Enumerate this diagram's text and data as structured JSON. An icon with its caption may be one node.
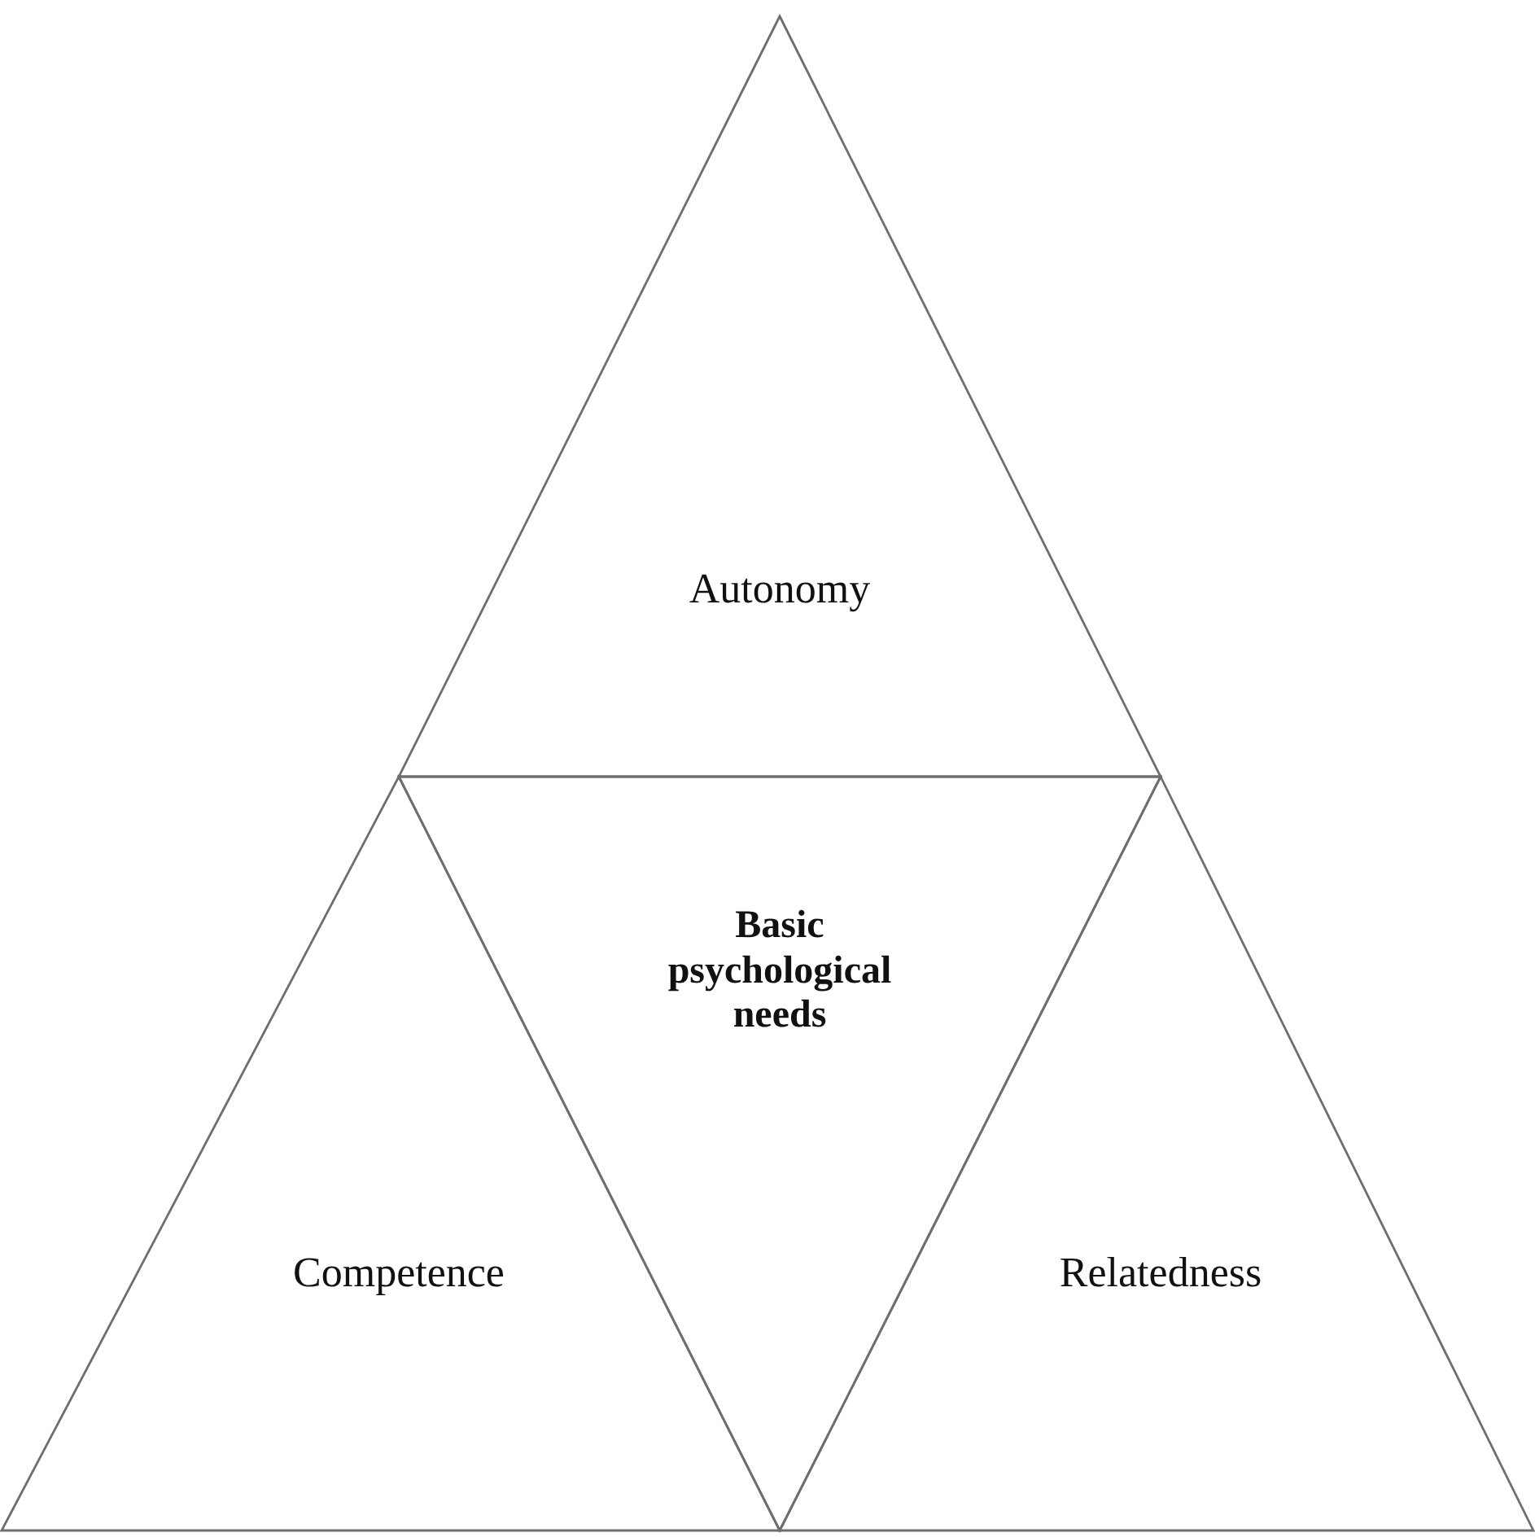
{
  "diagram": {
    "nodes": [
      {
        "text": [
          "Autonomy"
        ]
      },
      {
        "text": [
          "Basic psychological needs"
        ]
      },
      {
        "text": [
          "Competence"
        ]
      },
      {
        "text": [
          "Relatedness"
        ]
      }
    ]
  }
}
